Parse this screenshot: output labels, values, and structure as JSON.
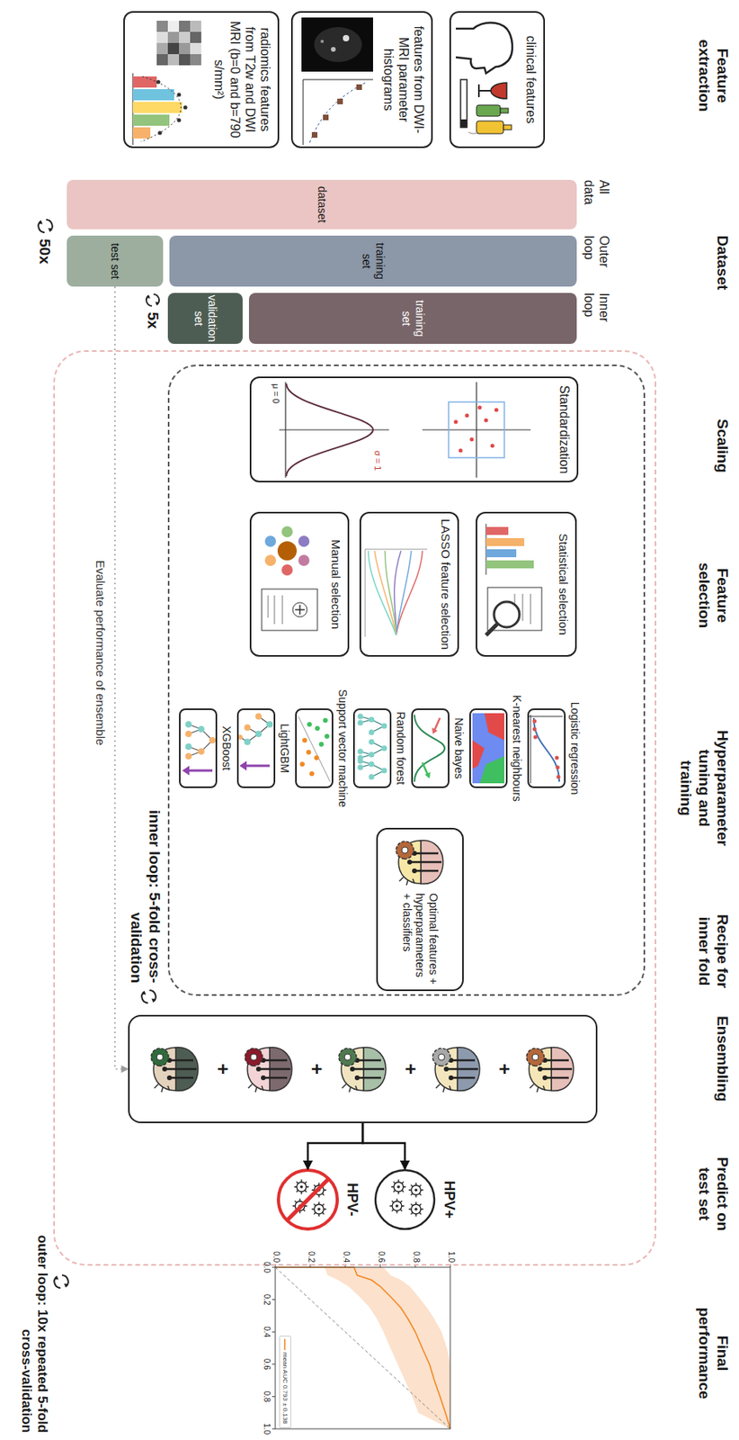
{
  "diagram": {
    "nodes": [
      {
        "text": [
          "clinical features"
        ]
      },
      {
        "text": [
          "features from DWI-MRI parameter histograms"
        ]
      },
      {
        "text": [
          "radiomics features from T2w and DWI MRI (b=0 and b=790 s/mm²)"
        ]
      },
      {
        "text": [
          "dataset"
        ]
      },
      {
        "text": [
          "training set"
        ]
      },
      {
        "text": [
          "test set"
        ]
      },
      {
        "text": [
          "training set"
        ]
      },
      {
        "text": [
          "validation set"
        ]
      },
      {
        "text": [
          "outer loop: 10x repeated 5-fold cross-validation"
        ]
      },
      {
        "text": [
          "inner loop: 5-fold cross-validation"
        ],
        "in": 8
      },
      {
        "text": [
          "Standardization"
        ],
        "in": 9
      },
      {
        "text": [
          "Statistical selection"
        ],
        "in": 9
      },
      {
        "text": [
          "LASSO feature selection"
        ],
        "in": 9
      },
      {
        "text": [
          "Manual selection"
        ],
        "in": 9
      },
      {
        "text": [
          "Logistic regression"
        ],
        "in": 9
      },
      {
        "text": [
          "K-nearest neighbours"
        ],
        "in": 9
      },
      {
        "text": [
          "Naive bayes"
        ],
        "in": 9
      },
      {
        "text": [
          "Random forest"
        ],
        "in": 9
      },
      {
        "text": [
          "Support vector machine"
        ],
        "in": 9
      },
      {
        "text": [
          "LightGBM"
        ],
        "in": 9
      },
      {
        "text": [
          "XGBoost"
        ],
        "in": 9
      },
      {
        "text": [
          "Optimal features + hyperparameters + classifiers"
        ],
        "in": 9
      },
      {
        "text": [
          "+",
          "+",
          "+",
          "+"
        ],
        "in": 8
      },
      {
        "text": [
          "HPV+"
        ],
        "in": 8
      },
      {
        "text": [
          "HPV-"
        ],
        "in": 8
      }
    ],
    "edges": [
      {
        "from": 5,
        "to": 22,
        "label": "Evaluate performance of ensemble",
        "arrow": "to"
      },
      {
        "from": 22,
        "to": 23,
        "arrow": "to"
      },
      {
        "from": 22,
        "to": 24,
        "arrow": "to"
      }
    ],
    "labels": [
      "Feature extraction",
      "Dataset",
      "Scaling",
      "Feature selection",
      "Hyperparameter tuning and training",
      "Recipe for inner fold",
      "Ensembling",
      "Predict on test set",
      "Final performance",
      "All data",
      "Outer loop",
      "Inner loop",
      "50x",
      "5x",
      "μ = 0",
      "σ = 1",
      "0.0",
      "0.2",
      "0.4",
      "0.6",
      "0.8",
      "1.0",
      "0.0",
      "0.2",
      "0.4",
      "0.6",
      "0.8",
      "1.0"
    ],
    "legend": [
      {
        "text": "mean AUC 0.793 ± 0.138"
      }
    ]
  }
}
